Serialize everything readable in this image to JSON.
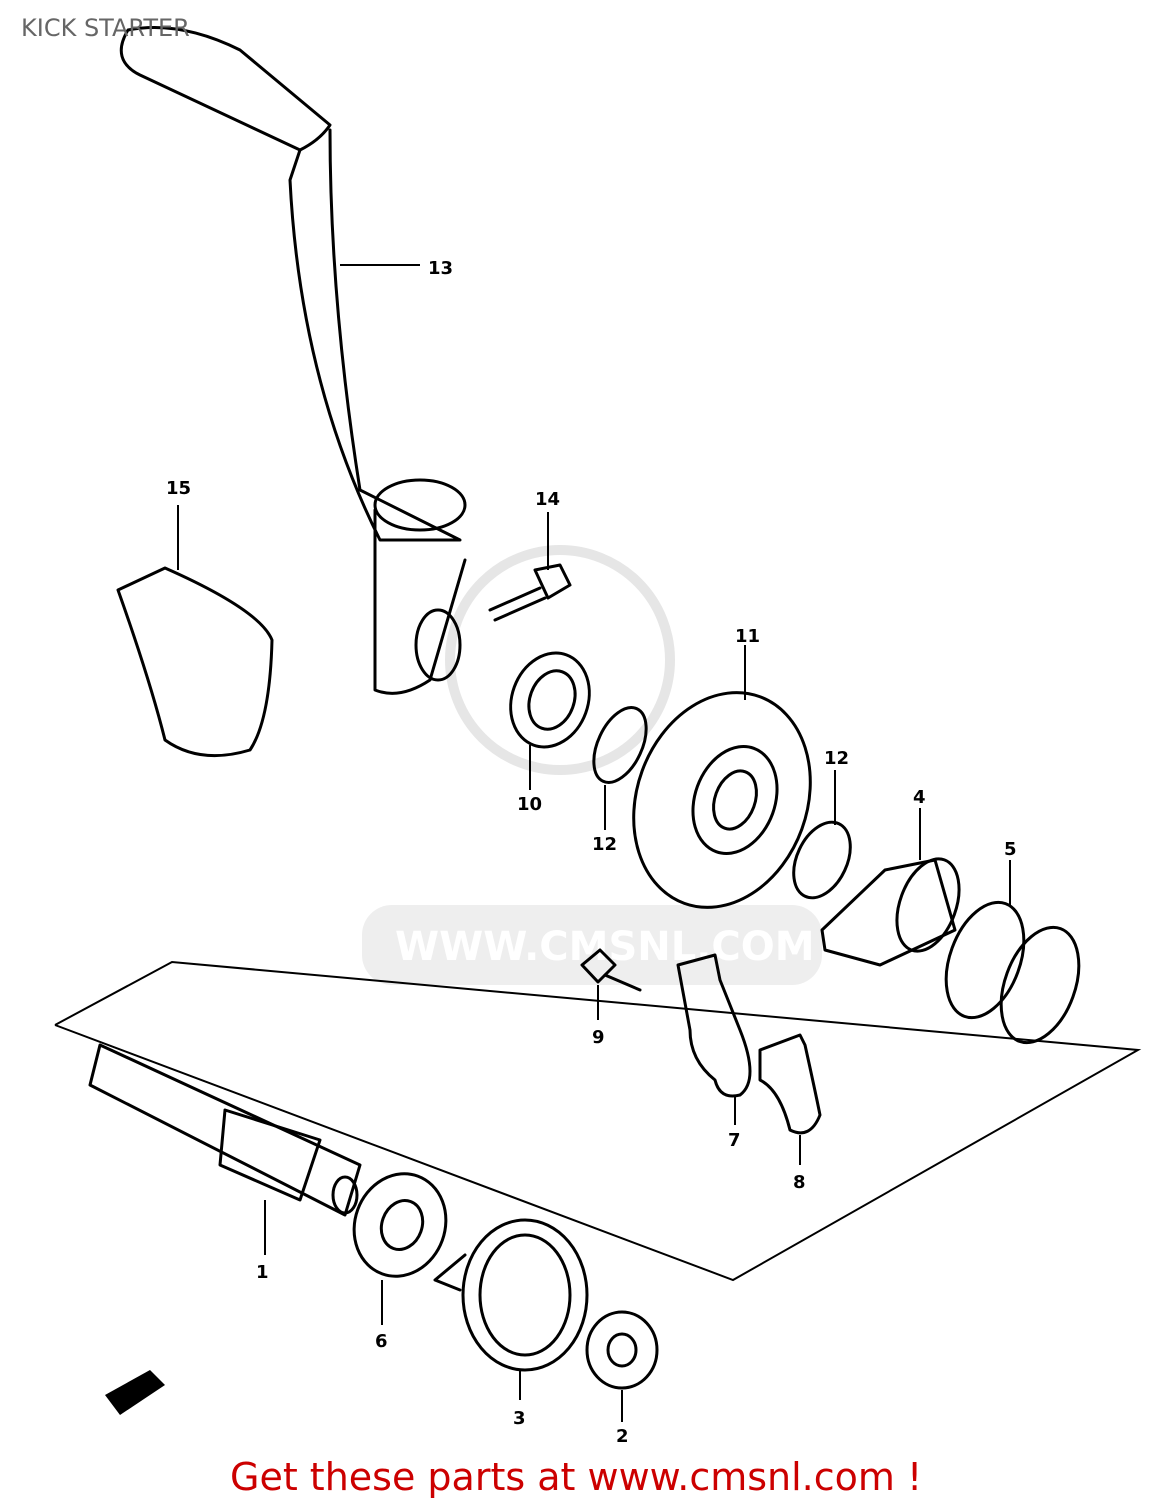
{
  "title": "KICK STARTER",
  "watermark": "WWW.CMSNL.COM",
  "footer": "Get these parts at www.cmsnl.com !",
  "callouts": [
    "13",
    "15",
    "14",
    "11",
    "10",
    "12",
    "12",
    "4",
    "5",
    "9",
    "7",
    "8",
    "1",
    "6",
    "3",
    "2"
  ]
}
